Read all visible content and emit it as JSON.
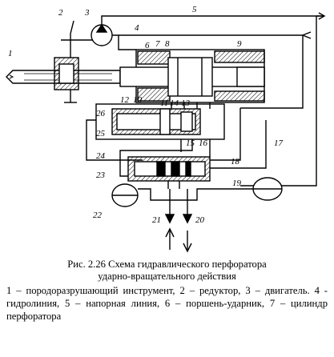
{
  "figure": {
    "labels": [
      "1",
      "2",
      "3",
      "4",
      "5",
      "6",
      "7",
      "8",
      "9",
      "10",
      "11",
      "12",
      "13",
      "14",
      "15",
      "16",
      "17",
      "18",
      "19",
      "20",
      "21",
      "22",
      "23",
      "24",
      "25",
      "26"
    ]
  },
  "caption": {
    "title": "Рис. 2.26 Схема гидравлического перфоратора",
    "subtitle": "ударно-вращательного действия",
    "legend": "1 – породоразрушающий инструмент, 2 – редуктор, 3 – двигатель. 4 - гидролиния, 5 – напорная линия, 6 – поршень-ударник, 7 – цилиндр перфоратора"
  }
}
